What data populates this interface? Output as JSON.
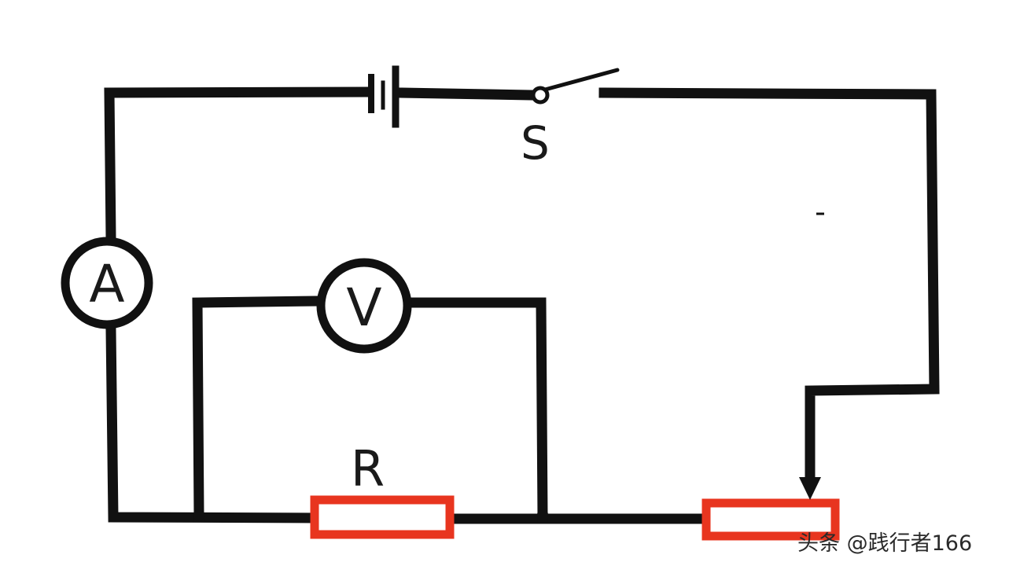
{
  "diagram": {
    "labels": {
      "switch": "S",
      "ammeter": "A",
      "voltmeter": "V",
      "resistor": "R"
    },
    "watermark": "头条 @践行者166",
    "colors": {
      "wire": "#111111",
      "resistor_outline": "#e8351f",
      "background": "#ffffff"
    }
  }
}
